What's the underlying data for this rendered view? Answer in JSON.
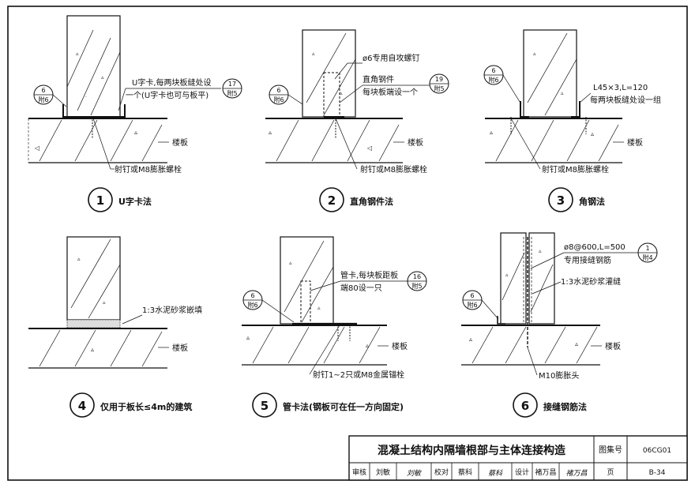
{
  "details": [
    {
      "number": "1",
      "title": "U字卡法",
      "labels": {
        "ref_left_top": "6",
        "ref_left_bottom": "附6",
        "note_line1": "U字卡,每两块板缝处设",
        "note_line2": "一个(U字卡也可与板平)",
        "ref_right_top": "17",
        "ref_right_bottom": "附5",
        "floor": "楼板",
        "anchor": "射钉或M8膨胀螺栓"
      }
    },
    {
      "number": "2",
      "title": "直角钢件法",
      "labels": {
        "screw": "ø6专用自攻螺钉",
        "ref_left_top": "6",
        "ref_left_bottom": "附6",
        "note_line1": "直角钢件",
        "note_line2": "每块板端设一个",
        "ref_right_top": "19",
        "ref_right_bottom": "附5",
        "floor": "楼板",
        "anchor": "射钉或M8膨胀螺栓"
      }
    },
    {
      "number": "3",
      "title": "角钢法",
      "labels": {
        "ref_left_top": "6",
        "ref_left_bottom": "附6",
        "note_line1": "L45×3,L=120",
        "note_line2": "每两块板缝处设一组",
        "floor": "楼板",
        "anchor": "射钉或M8膨胀螺栓"
      }
    },
    {
      "number": "4",
      "title": "仅用于板长≤4m的建筑",
      "labels": {
        "note_line1": "1:3水泥砂浆嵌填",
        "floor": "楼板"
      }
    },
    {
      "number": "5",
      "title": "管卡法(钢板可在任一方向固定)",
      "labels": {
        "ref_left_top": "6",
        "ref_left_bottom": "附6",
        "note_line1": "管卡,每块板距板",
        "note_line2": "端80设一只",
        "ref_right_top": "16",
        "ref_right_bottom": "附5",
        "floor": "楼板",
        "anchor": "射钉1~2只或M8金属锚栓"
      }
    },
    {
      "number": "6",
      "title": "接缝钢筋法",
      "labels": {
        "note_line1": "ø8@600,L=500",
        "note_line2": "专用接缝钢筋",
        "ref_right_top": "1",
        "ref_right_bottom": "附4",
        "ref_left_top": "6",
        "ref_left_bottom": "附6",
        "mortar": "1:3水泥砂浆灌缝",
        "floor": "楼板",
        "anchor": "M10膨胀头"
      }
    }
  ],
  "title_block": {
    "drawing_title": "混凝土结构内隔墙根部与主体连接构造",
    "atlas_label": "图集号",
    "atlas_number": "06CG01",
    "review_label": "审核",
    "reviewer": "刘敏",
    "reviewer_sig": "刘敏",
    "check_label": "校对",
    "checker": "蔡科",
    "checker_sig": "蔡科",
    "design_label": "设计",
    "designer": "褚万昌",
    "designer_sig": "褚万昌",
    "page_label": "页",
    "page_number": "B-34"
  }
}
